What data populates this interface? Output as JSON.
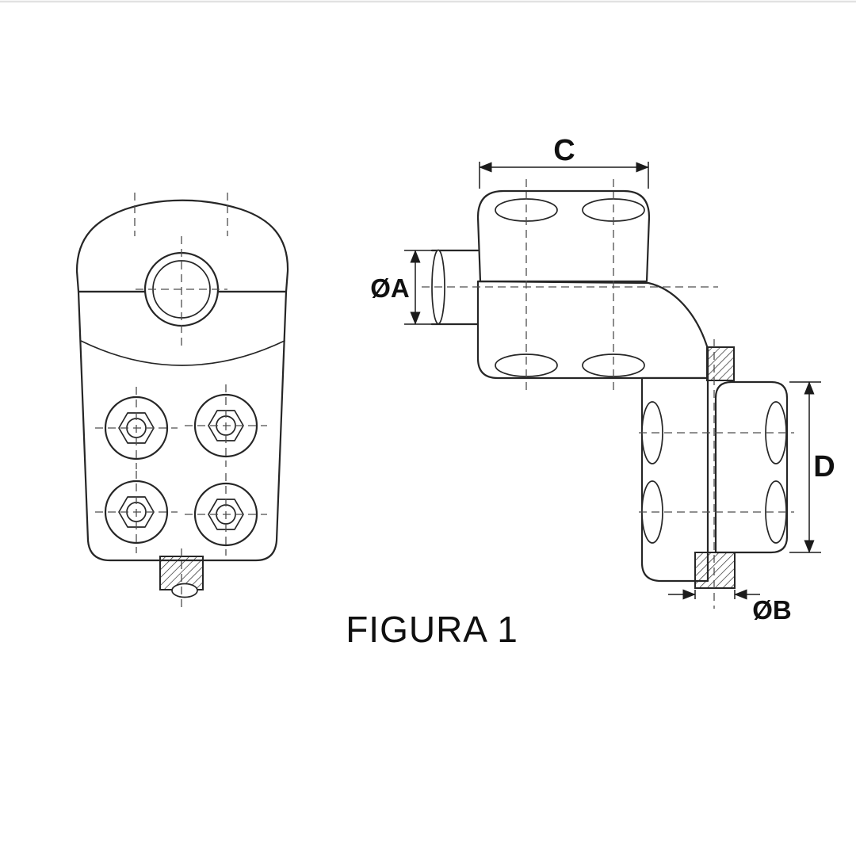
{
  "figure": {
    "caption": "FIGURA 1"
  },
  "dimension_labels": {
    "width_top": "C",
    "diameter_left": "ØA",
    "height_right": "D",
    "diameter_bottom": "ØB"
  },
  "colors": {
    "background": "#ffffff",
    "line": "#262626",
    "centerline": "#4d4d4d"
  }
}
